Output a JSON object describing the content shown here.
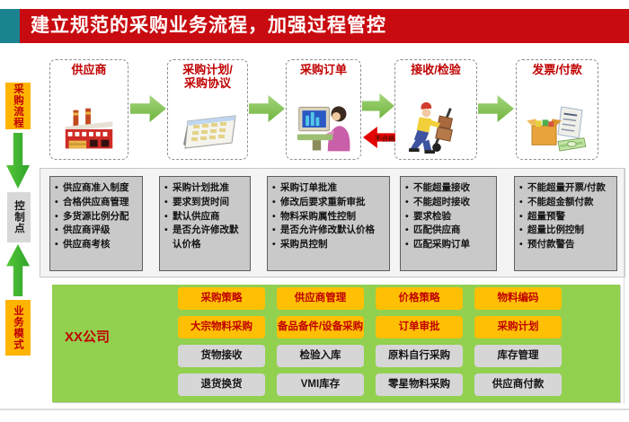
{
  "header": {
    "title": "建立规范的采购业务流程，加强过程管控",
    "bar_color": "#C80B10",
    "tab_color": "#1B8290"
  },
  "sidebar": {
    "process_label": "采购流程",
    "control_label": "控制点",
    "mode_label": "业务模式",
    "tag_color": "#FFB402",
    "arrow_color": "#3FB832"
  },
  "flow": {
    "boxes": [
      {
        "title": "供应商",
        "icon": "factory-icon"
      },
      {
        "title": "采购计划/\n采购协议",
        "icon": "plan-sheet-icon"
      },
      {
        "title": "采购订单",
        "icon": "order-computer-icon"
      },
      {
        "title": "接收/检验",
        "icon": "receiving-worker-icon"
      },
      {
        "title": "发票/付款",
        "icon": "invoice-payment-icon"
      }
    ],
    "arrow_color": "#7CC143",
    "reject_arrow_label": "不合格",
    "reject_arrow_color": "#E30505"
  },
  "control": {
    "columns": [
      {
        "items": [
          "供应商准入制度",
          "合格供应商管理",
          "多货源比例分配",
          "供应商评级",
          "供应商考核"
        ]
      },
      {
        "items": [
          "采购计划批准",
          "要求到货时间",
          "默认供应商",
          "是否允许修改默认价格"
        ]
      },
      {
        "items": [
          "采购订单批准",
          "修改后要求重新审批",
          "物料采购属性控制",
          "是否允许修改默认价格",
          "采购员控制"
        ]
      },
      {
        "items": [
          "不能超量接收",
          "不能超时接收",
          "要求检验",
          "匹配供应商",
          "匹配采购订单"
        ]
      },
      {
        "items": [
          "不能超量开票/付款",
          "不能超金额付款",
          "超量预警",
          "超量比例控制",
          "预付款警告"
        ]
      }
    ],
    "box_color": "#C9C9C9"
  },
  "business": {
    "company": "XX公司",
    "panel_color": "#92D050",
    "highlight_color": "#FFC003",
    "normal_color": "#D6D6D6",
    "buttons": [
      {
        "label": "采购策略",
        "type": "highlight"
      },
      {
        "label": "供应商管理",
        "type": "highlight"
      },
      {
        "label": "价格策略",
        "type": "highlight"
      },
      {
        "label": "物料编码",
        "type": "highlight"
      },
      {
        "label": "大宗物料采购",
        "type": "highlight"
      },
      {
        "label": "备品备件/设备采购",
        "type": "highlight"
      },
      {
        "label": "订单审批",
        "type": "highlight"
      },
      {
        "label": "采购计划",
        "type": "highlight"
      },
      {
        "label": "货物接收",
        "type": "normal"
      },
      {
        "label": "检验入库",
        "type": "normal"
      },
      {
        "label": "原料自行采购",
        "type": "normal"
      },
      {
        "label": "库存管理",
        "type": "normal"
      },
      {
        "label": "退货换货",
        "type": "normal"
      },
      {
        "label": "VMI库存",
        "type": "normal"
      },
      {
        "label": "零星物料采购",
        "type": "normal"
      },
      {
        "label": "供应商付款",
        "type": "normal"
      }
    ]
  }
}
